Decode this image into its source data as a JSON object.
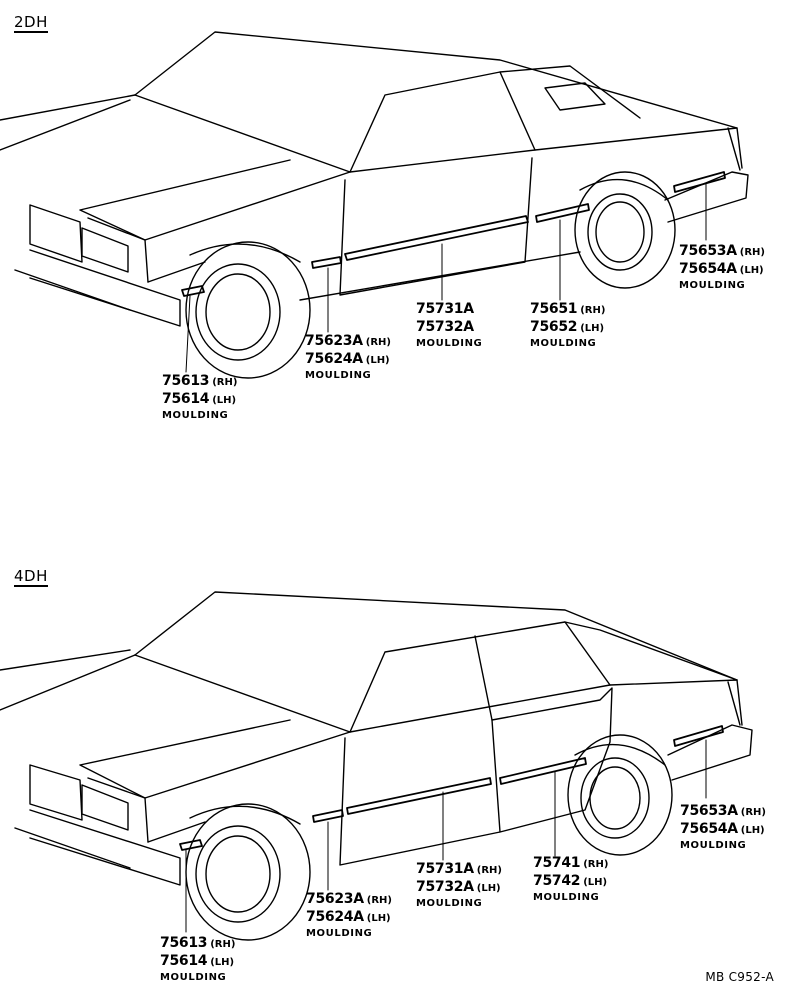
{
  "diagrams": [
    {
      "id": "2dh",
      "title": "2DH",
      "callouts": [
        {
          "part_numbers": [
            {
              "number": "75613",
              "side": "(RH)"
            },
            {
              "number": "75614",
              "side": "(LH)"
            }
          ],
          "description": "MOULDING"
        },
        {
          "part_numbers": [
            {
              "number": "75623A",
              "side": "(RH)"
            },
            {
              "number": "75624A",
              "side": "(LH)"
            }
          ],
          "description": "MOULDING"
        },
        {
          "part_numbers": [
            {
              "number": "75731A",
              "side": ""
            },
            {
              "number": "75732A",
              "side": ""
            }
          ],
          "description": "MOULDING"
        },
        {
          "part_numbers": [
            {
              "number": "75651",
              "side": "(RH)"
            },
            {
              "number": "75652",
              "side": "(LH)"
            }
          ],
          "description": "MOULDING"
        },
        {
          "part_numbers": [
            {
              "number": "75653A",
              "side": "(RH)"
            },
            {
              "number": "75654A",
              "side": "(LH)"
            }
          ],
          "description": "MOULDING"
        }
      ]
    },
    {
      "id": "4dh",
      "title": "4DH",
      "callouts": [
        {
          "part_numbers": [
            {
              "number": "75613",
              "side": "(RH)"
            },
            {
              "number": "75614",
              "side": "(LH)"
            }
          ],
          "description": "MOULDING"
        },
        {
          "part_numbers": [
            {
              "number": "75623A",
              "side": "(RH)"
            },
            {
              "number": "75624A",
              "side": "(LH)"
            }
          ],
          "description": "MOULDING"
        },
        {
          "part_numbers": [
            {
              "number": "75731A",
              "side": "(RH)"
            },
            {
              "number": "75732A",
              "side": "(LH)"
            }
          ],
          "description": "MOULDING"
        },
        {
          "part_numbers": [
            {
              "number": "75741",
              "side": "(RH)"
            },
            {
              "number": "75742",
              "side": "(LH)"
            }
          ],
          "description": "MOULDING"
        },
        {
          "part_numbers": [
            {
              "number": "75653A",
              "side": "(RH)"
            },
            {
              "number": "75654A",
              "side": "(LH)"
            }
          ],
          "description": "MOULDING"
        }
      ]
    }
  ],
  "catalog_reference": "MB  C952-A"
}
